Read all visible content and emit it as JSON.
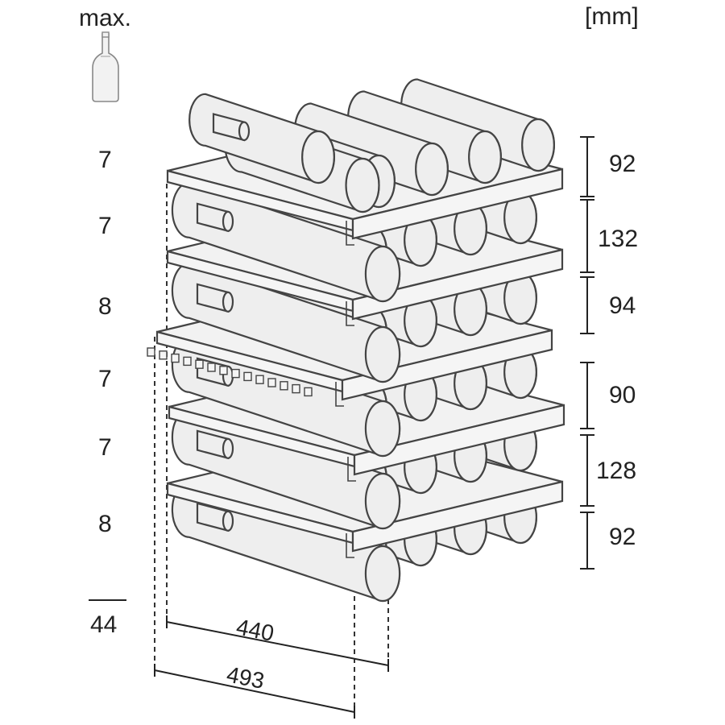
{
  "header": {
    "max_label": "max.",
    "unit_label": "[mm]",
    "bottle_icon": "wine-bottle-icon"
  },
  "shelves": [
    {
      "bottle_count": "7",
      "height": "92"
    },
    {
      "bottle_count": "7",
      "height": "132"
    },
    {
      "bottle_count": "8",
      "height": "94"
    },
    {
      "bottle_count": "7",
      "height": "90"
    },
    {
      "bottle_count": "7",
      "height": "128"
    },
    {
      "bottle_count": "8",
      "height": "92"
    }
  ],
  "bottom_value": "44",
  "depth_dimensions": {
    "inner": "440",
    "outer": "493"
  },
  "colors": {
    "line": "#222222",
    "fill": "#eeeeee"
  }
}
